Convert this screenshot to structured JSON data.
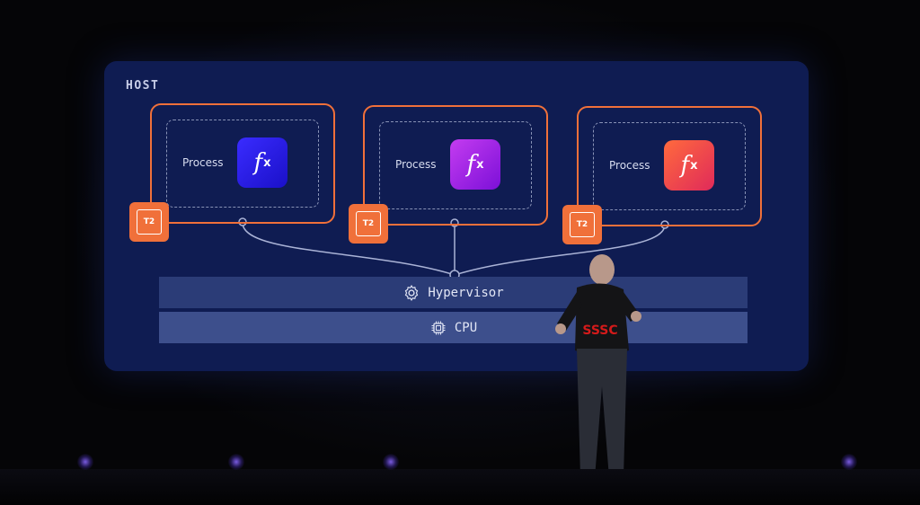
{
  "host": {
    "label": "HOST"
  },
  "vms": [
    {
      "process_label": "Process",
      "fx_symbol": "f",
      "fx_sub": "x",
      "chip_label": "T2",
      "fx_color": "#2a1fe8"
    },
    {
      "process_label": "Process",
      "fx_symbol": "f",
      "fx_sub": "x",
      "chip_label": "T2",
      "fx_color": "#a826e8"
    },
    {
      "process_label": "Process",
      "fx_symbol": "f",
      "fx_sub": "x",
      "chip_label": "T2",
      "fx_color": "#f04a4a"
    }
  ],
  "layers": {
    "hypervisor": {
      "label": "Hypervisor",
      "icon": "gear-icon"
    },
    "cpu": {
      "label": "CPU",
      "icon": "cpu-chip-icon"
    }
  },
  "presenter": {
    "shirt_text": "SSSC"
  },
  "colors": {
    "screen_bg": "#0f1c52",
    "accent_orange": "#f0703a",
    "hypervisor_bar": "#2b3c77",
    "cpu_bar": "#3d4f8c"
  }
}
